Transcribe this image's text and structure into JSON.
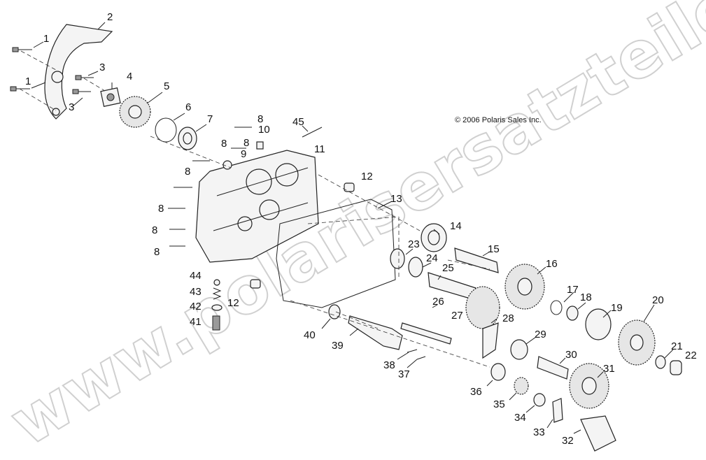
{
  "copyright": "© 2006 Polaris Sales Inc.",
  "watermark": "www.polarisersatzteile.de",
  "callouts": {
    "c1a": "1",
    "c1b": "1",
    "c2": "2",
    "c3a": "3",
    "c3b": "3",
    "c4": "4",
    "c5": "5",
    "c6": "6",
    "c7": "7",
    "c8a": "8",
    "c8b": "8",
    "c8c": "8",
    "c8d": "8",
    "c8e": "8",
    "c8f": "8",
    "c8g": "8",
    "c9": "9",
    "c10": "10",
    "c11": "11",
    "c12a": "12",
    "c12b": "12",
    "c13": "13",
    "c14": "14",
    "c15": "15",
    "c16": "16",
    "c17": "17",
    "c18": "18",
    "c19": "19",
    "c20": "20",
    "c21": "21",
    "c22": "22",
    "c23": "23",
    "c24": "24",
    "c25": "25",
    "c26": "26",
    "c27": "27",
    "c28": "28",
    "c29": "29",
    "c30": "30",
    "c31": "31",
    "c32": "32",
    "c33": "33",
    "c34": "34",
    "c35": "35",
    "c36": "36",
    "c37": "37",
    "c38": "38",
    "c39": "39",
    "c40": "40",
    "c41": "41",
    "c42": "42",
    "c43": "43",
    "c44": "44",
    "c45": "45"
  }
}
